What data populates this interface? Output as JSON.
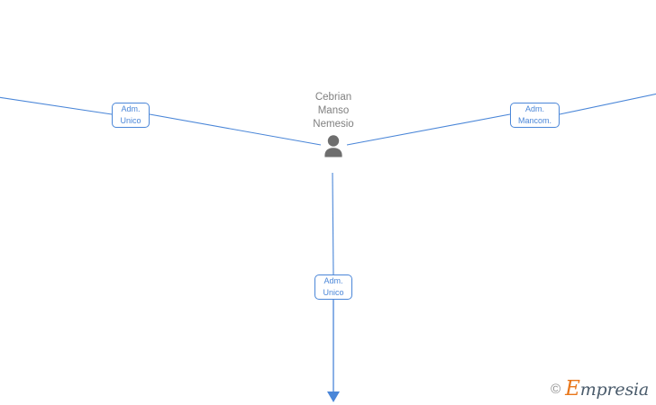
{
  "diagram": {
    "type": "corporate-relationship-graph",
    "background_color": "#ffffff",
    "edge_color": "#4a86d8",
    "box_border_color": "#4a86d8",
    "box_text_color": "#4a86d8",
    "person_label_color": "#808080",
    "person_icon_color": "#6e6e6e",
    "center_person": {
      "name_lines": [
        "Cebrian",
        "Manso",
        "Nemesio"
      ],
      "full_name": "Cebrian Manso Nemesio",
      "icon": "person-icon"
    },
    "relation_boxes": [
      {
        "id": "left",
        "lines": [
          "Adm.",
          "Unico"
        ],
        "text": "Adm. Unico"
      },
      {
        "id": "right",
        "lines": [
          "Adm.",
          "Mancom."
        ],
        "text": "Adm. Mancom."
      },
      {
        "id": "bottom",
        "lines": [
          "Adm.",
          "Unico"
        ],
        "text": "Adm. Unico"
      }
    ]
  },
  "watermark": {
    "copyright": "©",
    "brand_initial": "E",
    "brand_rest": "mpresia",
    "brand": "Empresia",
    "initial_color": "#e8761a",
    "text_color": "#4a5b6b"
  }
}
